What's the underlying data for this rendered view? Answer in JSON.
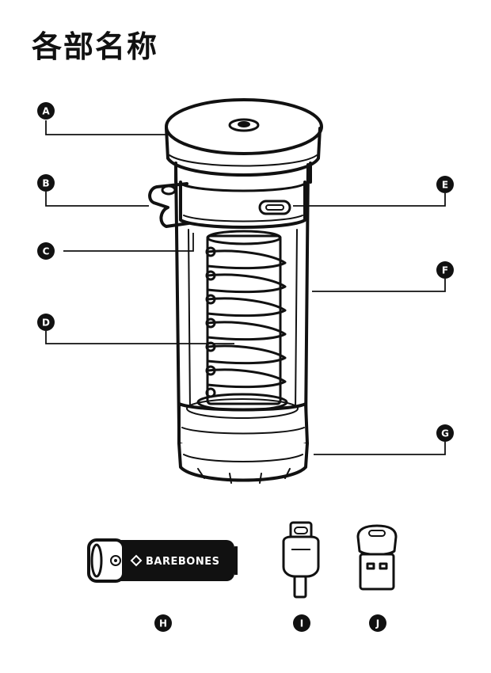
{
  "page": {
    "title": "各部名称"
  },
  "markers": {
    "a": "A",
    "b": "B",
    "c": "C",
    "d": "D",
    "e": "E",
    "f": "F",
    "g": "G",
    "h": "H",
    "i": "I",
    "j": "J"
  },
  "battery": {
    "brand": "BAREBONES"
  },
  "colors": {
    "ink": "#111111",
    "paper": "#ffffff"
  }
}
